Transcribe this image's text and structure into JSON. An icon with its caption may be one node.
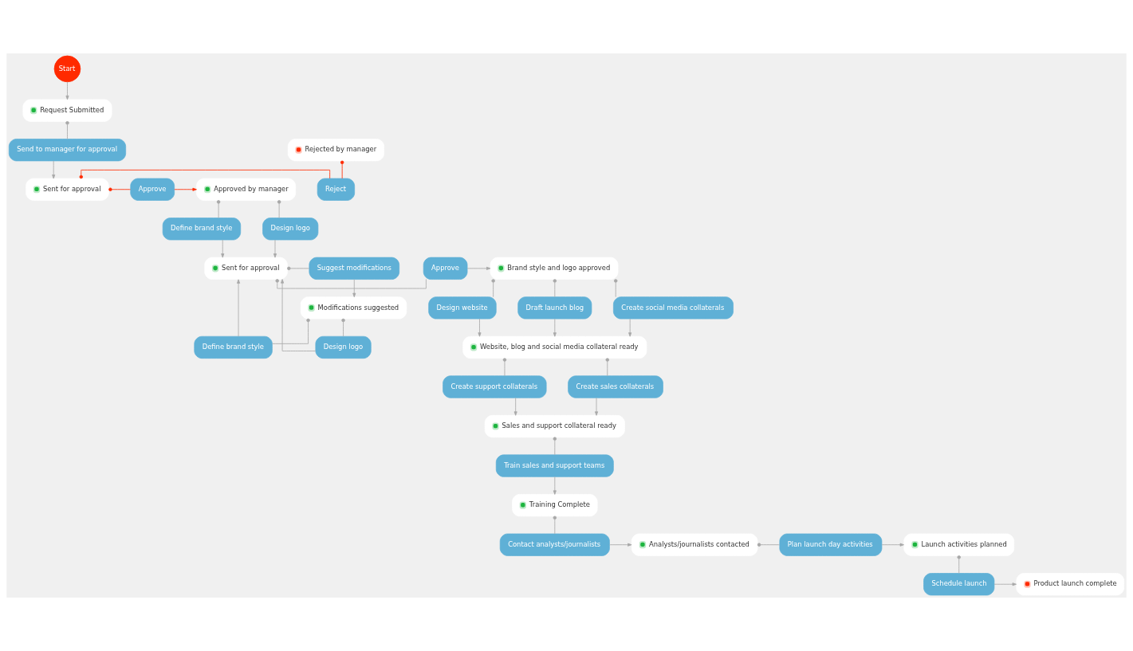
{
  "diagram": {
    "nodes": [
      {
        "text": [
          "Start"
        ]
      },
      {
        "text": [
          "Request Submitted"
        ]
      },
      {
        "text": [
          "Send to manager for approval"
        ]
      },
      {
        "text": [
          "Define brand style"
        ]
      },
      {
        "text": [
          "Reject"
        ]
      },
      {
        "text": [
          "Sent for approval"
        ]
      },
      {
        "text": [
          "Approve"
        ]
      },
      {
        "text": [
          "Approved by manager"
        ]
      },
      {
        "text": [
          "Design logo"
        ]
      },
      {
        "text": [
          "Rejected by manager"
        ]
      },
      {
        "text": [
          "Design website"
        ]
      },
      {
        "text": [
          "Draft launch blog"
        ]
      },
      {
        "text": [
          "Brand style and logo approved"
        ]
      },
      {
        "text": [
          "Approve"
        ]
      },
      {
        "text": [
          "Sent for approval"
        ]
      },
      {
        "text": [
          "Suggest modifications"
        ]
      },
      {
        "text": [
          "Design logo"
        ]
      },
      {
        "text": [
          "Create social media collaterals"
        ]
      },
      {
        "text": [
          "Modifications suggested"
        ]
      },
      {
        "text": [
          "Create support collaterals"
        ]
      },
      {
        "text": [
          "Define brand style"
        ]
      },
      {
        "text": [
          "Sales and support collateral ready"
        ]
      },
      {
        "text": [
          "Train sales and support teams"
        ]
      },
      {
        "text": [
          "Website, blog and social media collateral ready"
        ]
      },
      {
        "text": [
          "Create sales collaterals"
        ]
      },
      {
        "text": [
          "Training Complete"
        ]
      },
      {
        "text": [
          "Launch activities planned"
        ]
      },
      {
        "text": [
          "Plan launch day activities"
        ]
      },
      {
        "text": [
          "Analysts/journalists contacted"
        ]
      },
      {
        "text": [
          "Contact analysts/journalists"
        ]
      },
      {
        "text": [
          "Schedule launch"
        ]
      },
      {
        "text": [
          "Product launch complete"
        ]
      }
    ],
    "edges": [
      {
        "from": 0,
        "to": 1,
        "arrow": "to"
      },
      {
        "from": 1,
        "to": 2,
        "arrow": "other"
      },
      {
        "from": 2,
        "to": 5,
        "arrow": "to"
      },
      {
        "from": 5,
        "to": 4,
        "arrow": "other",
        "color": "#ff2a00"
      },
      {
        "from": 5,
        "to": 6,
        "arrow": "other",
        "color": "#ff2a00"
      },
      {
        "from": 6,
        "to": 7,
        "arrow": "to",
        "color": "#ff2a00"
      },
      {
        "from": 9,
        "to": 4,
        "arrow": "other",
        "color": "#ff2a00"
      },
      {
        "from": 7,
        "to": 3,
        "arrow": "other"
      },
      {
        "from": 7,
        "to": 8,
        "arrow": "other"
      },
      {
        "from": 3,
        "to": 14,
        "arrow": "to"
      },
      {
        "from": 8,
        "to": 14,
        "arrow": "to"
      },
      {
        "from": 14,
        "to": 13,
        "arrow": "other"
      },
      {
        "from": 13,
        "to": 12,
        "arrow": "to"
      },
      {
        "from": 14,
        "to": 15,
        "arrow": "other"
      },
      {
        "from": 15,
        "to": 18,
        "arrow": "to"
      },
      {
        "from": 18,
        "to": 16,
        "arrow": "other"
      },
      {
        "from": 18,
        "to": 20,
        "arrow": "other"
      },
      {
        "from": 16,
        "to": 14,
        "arrow": "to"
      },
      {
        "from": 20,
        "to": 14,
        "arrow": "to"
      },
      {
        "from": 12,
        "to": 10,
        "arrow": "other"
      },
      {
        "from": 12,
        "to": 11,
        "arrow": "other"
      },
      {
        "from": 12,
        "to": 17,
        "arrow": "other"
      },
      {
        "from": 10,
        "to": 23,
        "arrow": "to"
      },
      {
        "from": 11,
        "to": 23,
        "arrow": "to"
      },
      {
        "from": 17,
        "to": 23,
        "arrow": "to"
      },
      {
        "from": 23,
        "to": 24,
        "arrow": "other"
      },
      {
        "from": 23,
        "to": 19,
        "arrow": "other"
      },
      {
        "from": 19,
        "to": 21,
        "arrow": "to"
      },
      {
        "from": 24,
        "to": 21,
        "arrow": "to"
      },
      {
        "from": 21,
        "to": 22,
        "arrow": "other"
      },
      {
        "from": 22,
        "to": 25,
        "arrow": "to"
      },
      {
        "from": 25,
        "to": 29,
        "arrow": "other"
      },
      {
        "from": 29,
        "to": 28,
        "arrow": "to"
      },
      {
        "from": 28,
        "to": 27,
        "arrow": "other"
      },
      {
        "from": 27,
        "to": 26,
        "arrow": "to"
      },
      {
        "from": 26,
        "to": 30,
        "arrow": "other"
      },
      {
        "from": 30,
        "to": 31,
        "arrow": "to"
      }
    ]
  }
}
